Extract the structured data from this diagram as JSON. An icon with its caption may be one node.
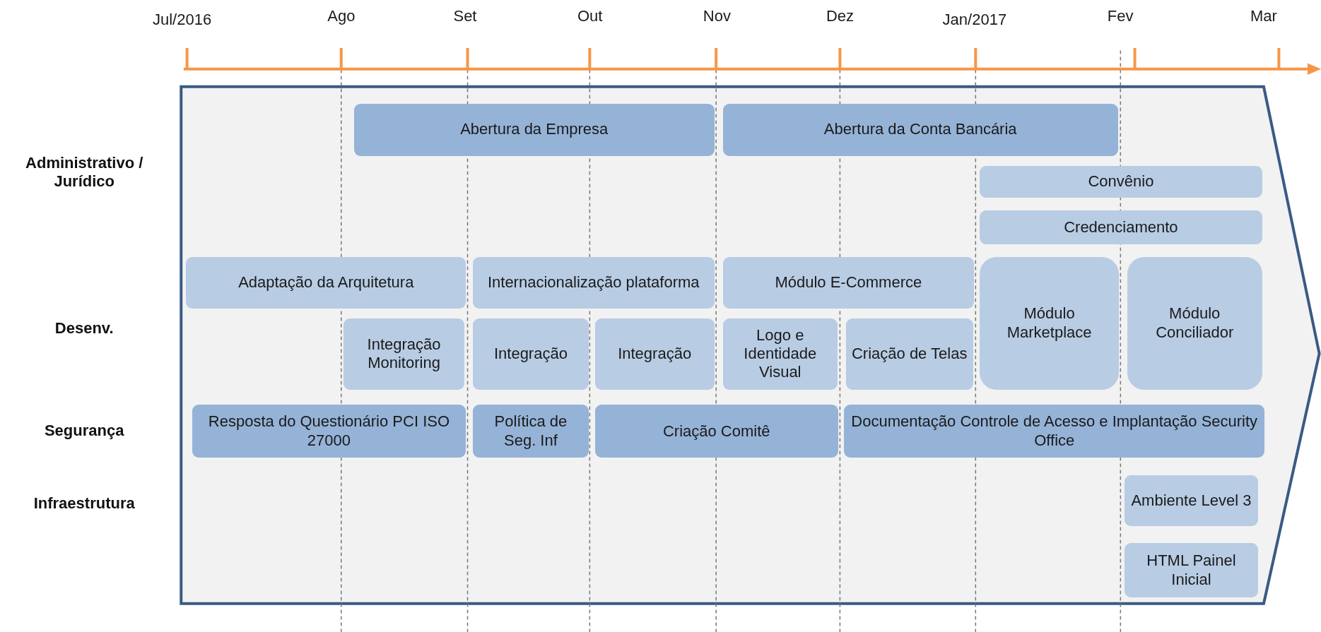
{
  "diagram": {
    "nodes": [
      {
        "text": [
          "Abertura da Empresa"
        ]
      },
      {
        "text": [
          "Abertura da Conta Bancária"
        ]
      },
      {
        "text": [
          "Convênio"
        ]
      },
      {
        "text": [
          "Credenciamento"
        ]
      },
      {
        "text": [
          "Adaptação da Arquitetura"
        ]
      },
      {
        "text": [
          "Internacionalização plataforma"
        ]
      },
      {
        "text": [
          "Módulo E-Commerce"
        ]
      },
      {
        "text": [
          "Módulo Marketplace"
        ]
      },
      {
        "text": [
          "Módulo Conciliador"
        ]
      },
      {
        "text": [
          "Integração Monitoring"
        ]
      },
      {
        "text": [
          "Integração"
        ]
      },
      {
        "text": [
          "Integração"
        ]
      },
      {
        "text": [
          "Logo e Identidade Visual"
        ]
      },
      {
        "text": [
          "Criação de Telas"
        ]
      },
      {
        "text": [
          "Resposta do Questionário PCI ISO 27000"
        ]
      },
      {
        "text": [
          "Política de Seg. Inf"
        ]
      },
      {
        "text": [
          "Criação Comitê"
        ]
      },
      {
        "text": [
          "Documentação Controle de Acesso e Implantação Security Office"
        ]
      },
      {
        "text": [
          "Ambiente Level 3"
        ]
      },
      {
        "text": [
          "HTML Painel Inicial"
        ]
      }
    ],
    "labels": [
      "Jul/2016",
      "Ago",
      "Set",
      "Out",
      "Nov",
      "Dez",
      "Jan/2017",
      "Fev",
      "Mar",
      "Administrativo / Jurídico",
      "Desenv.",
      "Segurança",
      "Infraestrutura"
    ]
  }
}
